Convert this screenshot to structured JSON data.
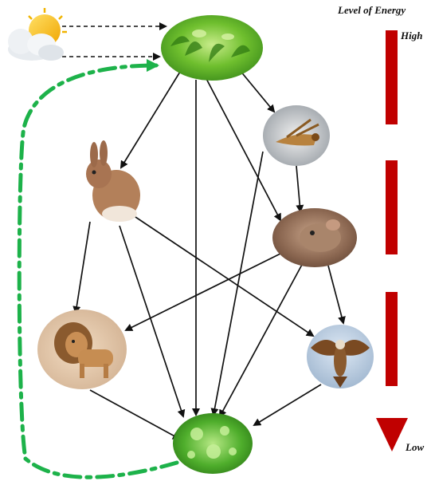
{
  "energy_scale": {
    "title": "Level of Energy",
    "high_label": "High",
    "low_label": "Low",
    "bar_color": "#c00000"
  },
  "nodes": [
    {
      "id": "sun",
      "icon": "sun-cloud-icon"
    },
    {
      "id": "plant",
      "icon": "plant-icon"
    },
    {
      "id": "grasshopper",
      "icon": "grasshopper-icon"
    },
    {
      "id": "rabbit",
      "icon": "rabbit-icon"
    },
    {
      "id": "mouse",
      "icon": "mouse-icon"
    },
    {
      "id": "lion",
      "icon": "lion-icon"
    },
    {
      "id": "hawk",
      "icon": "hawk-icon"
    },
    {
      "id": "decomposer",
      "icon": "decomposer-icon"
    }
  ],
  "edges": [
    {
      "from": "sun",
      "to": "plant",
      "style": "dashed"
    },
    {
      "from": "sun",
      "to": "plant",
      "style": "dashed"
    },
    {
      "from": "plant",
      "to": "rabbit",
      "style": "solid"
    },
    {
      "from": "plant",
      "to": "grasshopper",
      "style": "solid"
    },
    {
      "from": "plant",
      "to": "mouse",
      "style": "solid"
    },
    {
      "from": "plant",
      "to": "decomposer",
      "style": "solid"
    },
    {
      "from": "grasshopper",
      "to": "mouse",
      "style": "solid"
    },
    {
      "from": "grasshopper",
      "to": "decomposer",
      "style": "solid"
    },
    {
      "from": "rabbit",
      "to": "lion",
      "style": "solid"
    },
    {
      "from": "rabbit",
      "to": "hawk",
      "style": "solid"
    },
    {
      "from": "rabbit",
      "to": "decomposer",
      "style": "solid"
    },
    {
      "from": "mouse",
      "to": "lion",
      "style": "solid"
    },
    {
      "from": "mouse",
      "to": "hawk",
      "style": "solid"
    },
    {
      "from": "mouse",
      "to": "decomposer",
      "style": "solid"
    },
    {
      "from": "lion",
      "to": "decomposer",
      "style": "solid"
    },
    {
      "from": "hawk",
      "to": "decomposer",
      "style": "solid"
    },
    {
      "from": "decomposer",
      "to": "plant",
      "style": "recycle"
    }
  ],
  "colors": {
    "arrow": "#111111",
    "recycle": "#1db24a",
    "plant": "#5fb52b",
    "decomposer": "#4caf2a"
  }
}
